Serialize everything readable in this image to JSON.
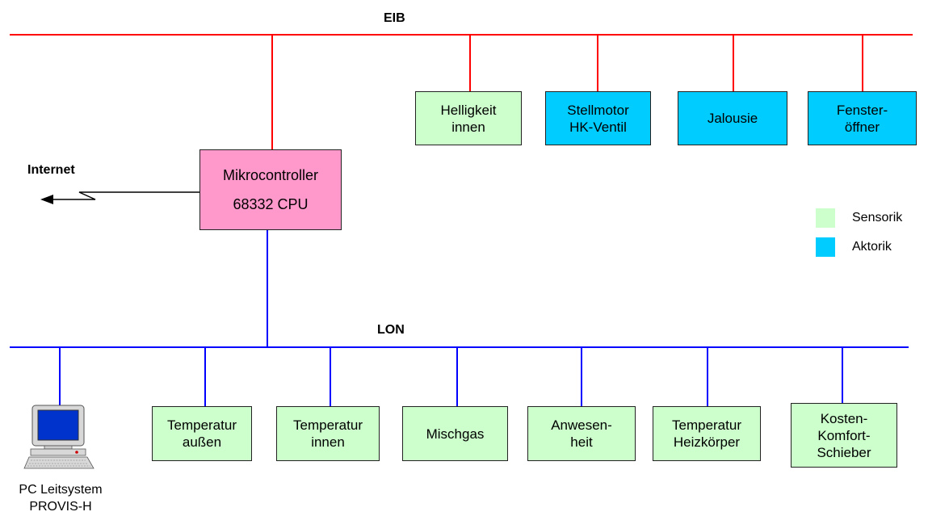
{
  "buses": {
    "eib": "EIB",
    "lon": "LON"
  },
  "controller": {
    "line1": "Mikrocontroller",
    "line2": "68332 CPU"
  },
  "internet": {
    "label": "Internet"
  },
  "eib_devices": [
    {
      "label": "Helligkeit\ninnen",
      "kind": "sensor"
    },
    {
      "label": "Stellmotor\nHK-Ventil",
      "kind": "actor"
    },
    {
      "label": "Jalousie",
      "kind": "actor"
    },
    {
      "label": "Fenster-\nöffner",
      "kind": "actor"
    }
  ],
  "lon_devices": [
    {
      "label": "Temperatur\naußen",
      "kind": "sensor"
    },
    {
      "label": "Temperatur\ninnen",
      "kind": "sensor"
    },
    {
      "label": "Mischgas",
      "kind": "sensor"
    },
    {
      "label": "Anwesen-\nheit",
      "kind": "sensor"
    },
    {
      "label": "Temperatur\nHeizkörper",
      "kind": "sensor"
    },
    {
      "label": "Kosten-\nKomfort-\nSchieber",
      "kind": "sensor"
    }
  ],
  "pc": {
    "label": "PC Leitsystem\nPROVIS-H"
  },
  "legend": [
    {
      "label": "Sensorik",
      "color": "#ccffcc"
    },
    {
      "label": "Aktorik",
      "color": "#00ccff"
    }
  ],
  "colors": {
    "eib_bus": "#ff0000",
    "lon_bus": "#0000ff"
  }
}
